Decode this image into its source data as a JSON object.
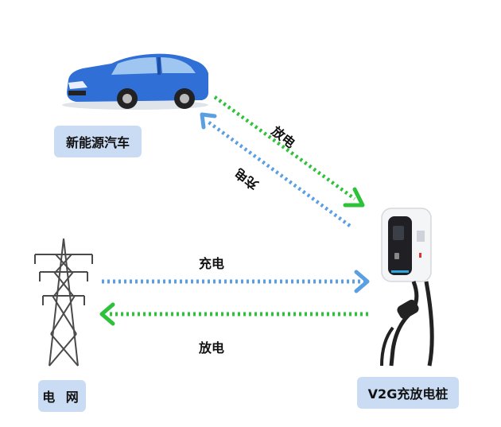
{
  "labels": {
    "car": "新能源汽车",
    "grid": "电 网",
    "charger": "V2G充放电桩"
  },
  "arrows": {
    "car_to_charger": "放电",
    "charger_to_car": "充电",
    "grid_to_charger": "充电",
    "charger_to_grid": "放电"
  },
  "colors": {
    "blue_arrow": "#5b9fe3",
    "green_arrow": "#2ec13a",
    "label_bg": "#c9dcf3",
    "car_body": "#2f6fd6"
  },
  "icons": [
    "car-icon",
    "power-tower-icon",
    "charging-station-icon"
  ]
}
